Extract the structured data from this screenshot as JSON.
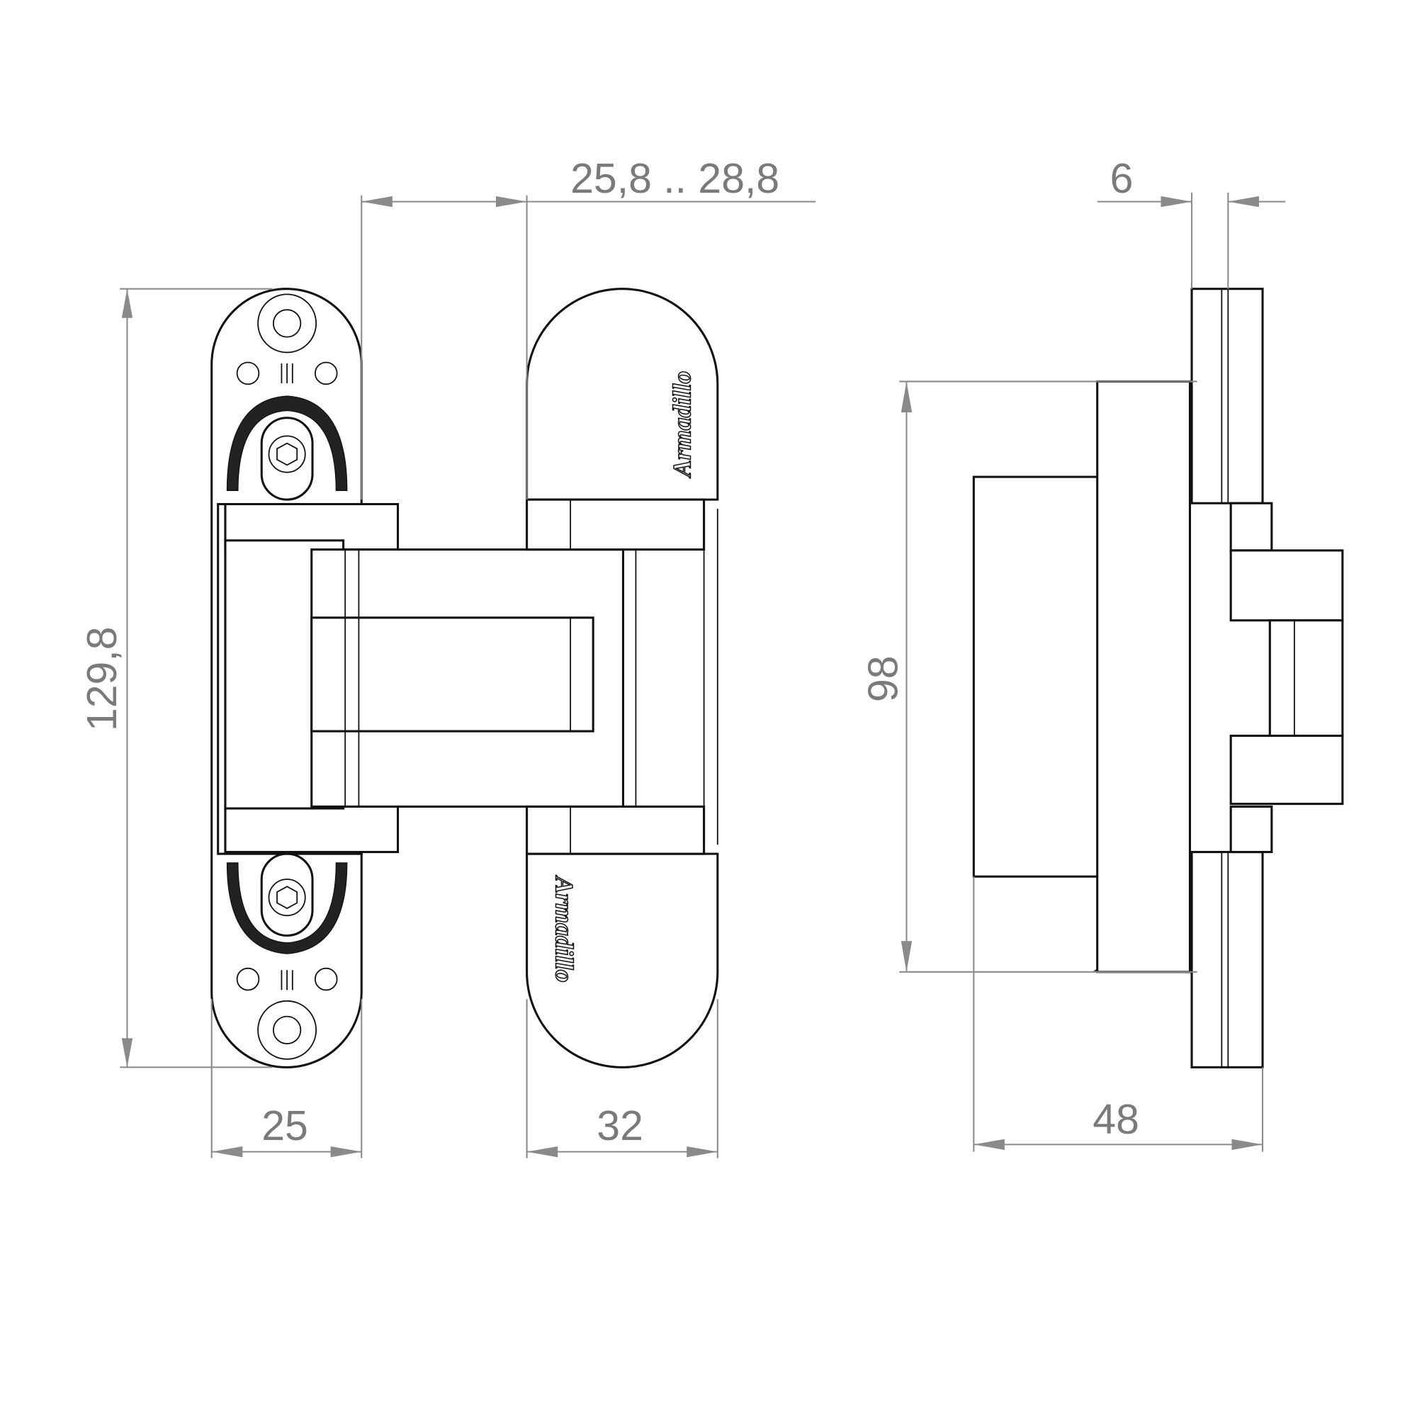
{
  "drawing": {
    "logo_text": "Armadillo",
    "dimensions": {
      "total_height": "129,8",
      "adjust_range": "25,8 .. 28,8",
      "plate_width_left": "25",
      "plate_width_right": "32",
      "body_height": "98",
      "body_depth": "48",
      "plate_thickness": "6"
    }
  }
}
